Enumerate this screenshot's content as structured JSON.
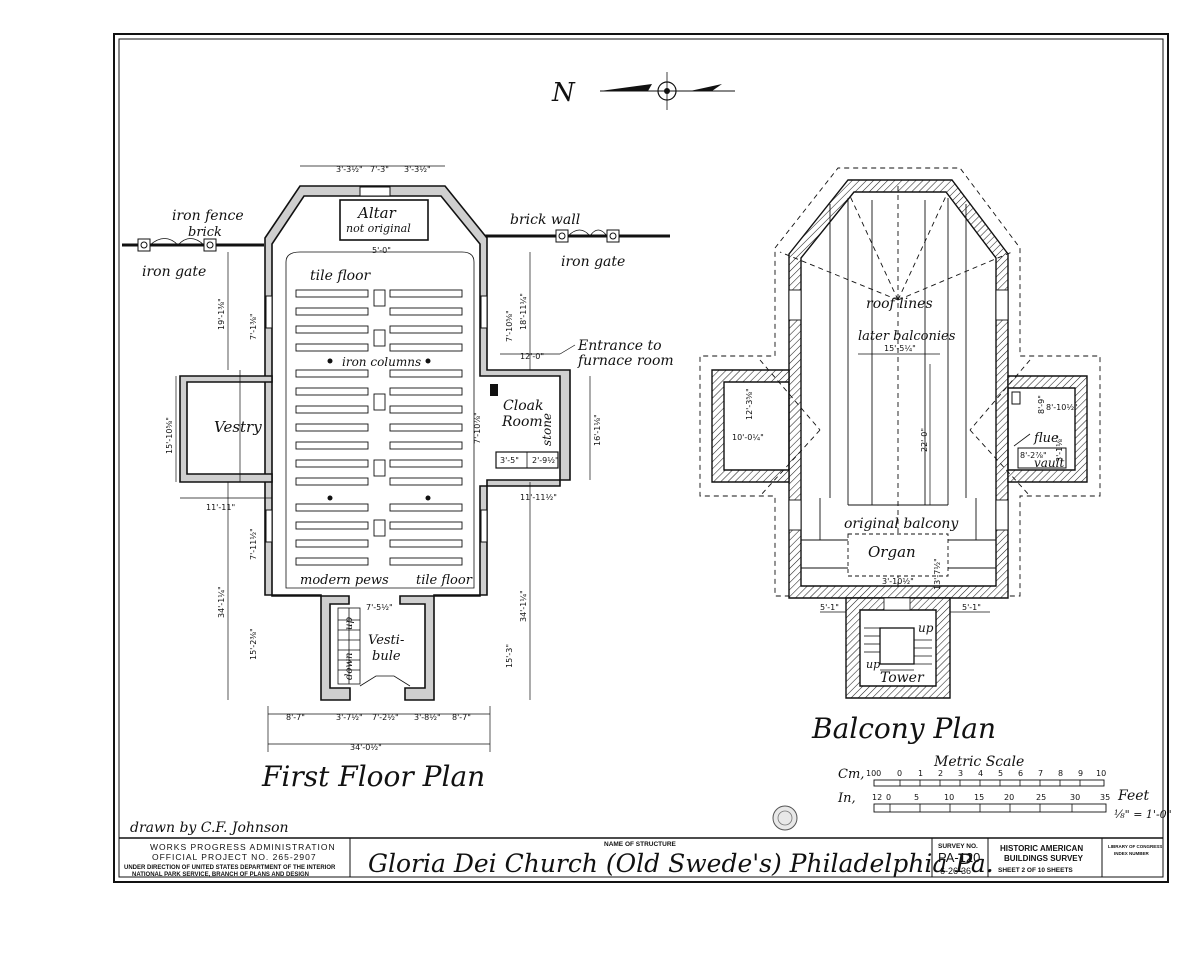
{
  "north_label": "N",
  "first_floor": {
    "title": "First Floor Plan",
    "labels": {
      "altar": "Altar",
      "altar_note": "not original",
      "iron_fence": "iron fence",
      "brick": "brick",
      "iron_gate_left": "iron gate",
      "brick_wall": "brick wall",
      "iron_gate_right": "iron gate",
      "tile_floor_top": "tile floor",
      "iron_columns": "iron columns",
      "entrance": "Entrance to",
      "furnace_room": "furnace room",
      "vestry": "Vestry",
      "cloak": "Cloak",
      "room": "Room",
      "stone": "stone",
      "modern_pews": "modern pews",
      "tile_floor_bottom": "tile floor",
      "vestibule_1": "Vesti-",
      "vestibule_2": "bule",
      "up": "up",
      "down": "down"
    },
    "dims": {
      "top_a": "3'-3½\"",
      "top_b": "7'-3\"",
      "top_c": "3'-3½\"",
      "altar_w": "5'-0\"",
      "left_upper": "19'-1⅜\"",
      "left_upper_b": "7'-1⅜\"",
      "left_lower": "34'-1¼\"",
      "left_lower_b": "7'-11½\"",
      "left_lower_c": "15'-2⅜\"",
      "right_upper": "18'-11¼\"",
      "right_upper_b": "7'-10⅝\"",
      "right_lower": "34'-1¼\"",
      "right_lower_b": "15'-3\"",
      "vestry_w": "15'-10⅝\"",
      "vestry_bottom": "11'-11\"",
      "cloak_w": "12'-0\"",
      "cloak_h": "16'-1⅛\"",
      "cloak_mid": "7'-10⅞\"",
      "cloak_bottom": "11'-11½\"",
      "vault_a": "3'-5\"",
      "vault_b": "2'-9½\"",
      "vestibule_w": "7'-5½\"",
      "bottom_a": "8'-7\"",
      "bottom_b": "3'-7½\"",
      "bottom_c": "7'-2½\"",
      "bottom_d": "3'-8½\"",
      "bottom_e": "8'-7\"",
      "bottom_total": "34'-0½\""
    }
  },
  "balcony": {
    "title": "Balcony Plan",
    "labels": {
      "roof_lines": "roof lines",
      "later_balconies": "later balconies",
      "original_balcony": "original balcony",
      "organ": "Organ",
      "flue": "flue",
      "vault": "vault",
      "tower": "Tower",
      "up_a": "up",
      "up_b": "up"
    },
    "dims": {
      "width": "15'-5¼\"",
      "length": "22'-0\"",
      "left_wing_a": "12'-3⅝\"",
      "left_wing_b": "10'-0¼\"",
      "right_wing_a": "8'-9\"",
      "right_wing_b": "8'-10½\"",
      "vault_w": "8'-2⅞\"",
      "vault_h": "3'-1⅛\"",
      "organ_h": "13'-7½\"",
      "tower_gap": "3'-10½\"",
      "tower_left": "5'-1\"",
      "tower_right": "5'-1\""
    }
  },
  "scale": {
    "title": "Metric Scale",
    "cm_label": "Cm,",
    "cm_ticks": [
      "100",
      "0",
      "1",
      "2",
      "3",
      "4",
      "5",
      "6",
      "7",
      "8",
      "9",
      "10"
    ],
    "in_label": "In,",
    "in_ticks": [
      "12",
      "0",
      "5",
      "10",
      "15",
      "20",
      "25",
      "30",
      "35"
    ],
    "feet_label": "Feet",
    "ratio": "⅛\" = 1'-0\""
  },
  "drawn_by": "drawn by C.F. Johnson",
  "title_block": {
    "wpa_line1": "WORKS PROGRESS ADMINISTRATION",
    "wpa_line2": "OFFICIAL PROJECT NO. 265-2907",
    "wpa_line3": "UNDER DIRECTION OF UNITED STATES DEPARTMENT OF THE INTERIOR",
    "wpa_line4": "NATIONAL PARK SERVICE, BRANCH OF PLANS AND DESIGN",
    "name_header": "NAME OF STRUCTURE",
    "structure_name": "Gloria Dei Church (Old Swede's) Philadelphia Pa.",
    "survey_header": "SURVEY NO.",
    "survey_no": "PA-120",
    "survey_date": "6-26-36",
    "habs_1": "HISTORIC AMERICAN",
    "habs_2": "BUILDINGS SURVEY",
    "sheet_info": "SHEET 2 OF 10 SHEETS",
    "loc_1": "LIBRARY OF CONGRESS",
    "loc_2": "INDEX NUMBER"
  }
}
